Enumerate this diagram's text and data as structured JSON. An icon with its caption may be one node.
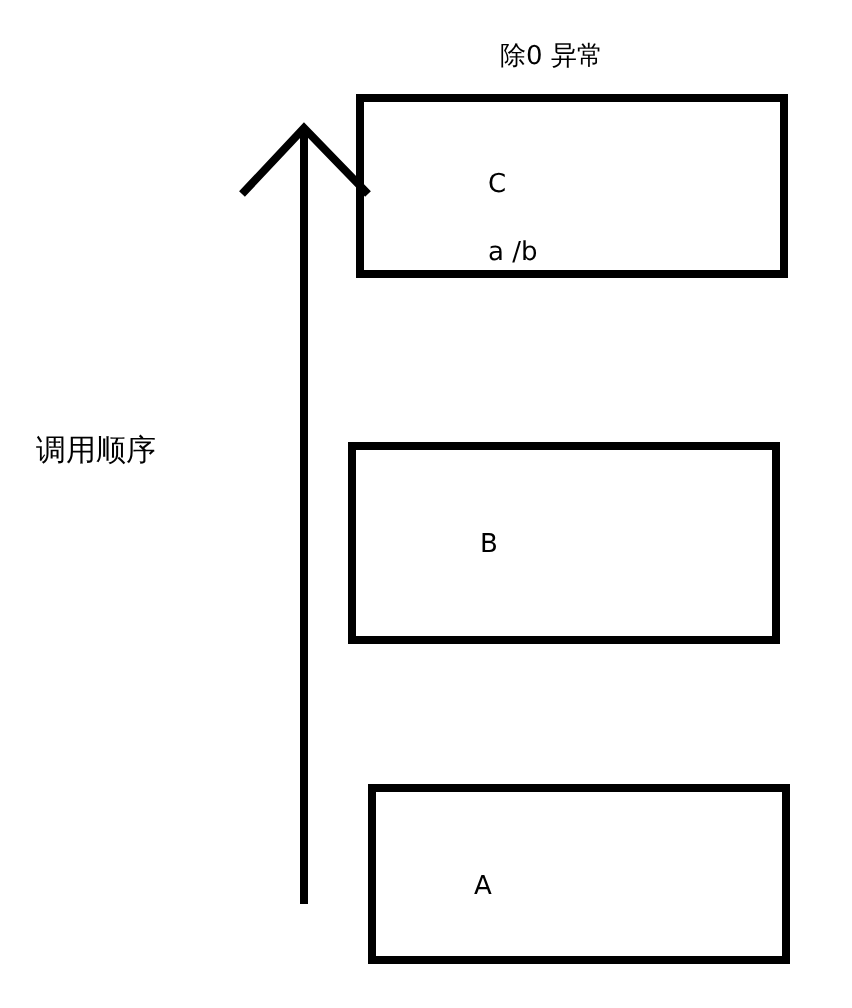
{
  "diagram": {
    "nodes": [
      {
        "text": [
          "除0 异常",
          "C",
          "a /b"
        ]
      },
      {
        "text": [
          "B"
        ]
      },
      {
        "text": [
          "A"
        ]
      }
    ],
    "labels": [
      "调用顺序"
    ]
  }
}
